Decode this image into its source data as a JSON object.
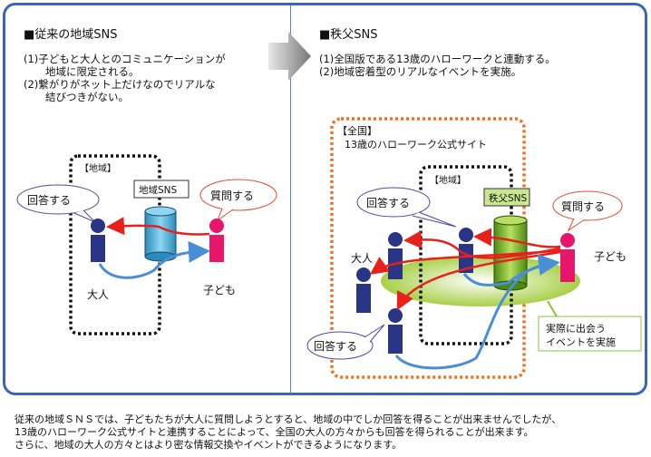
{
  "left_panel": {
    "title": "■従来の地域SNS",
    "points": [
      "(1)子どもと大人とのコミュニケーションが",
      "地域に限定される。",
      "(2)繋がりがネット上だけなのでリアルな",
      "結びつきがない。"
    ],
    "region_label": "【地域】",
    "sns_label": "地域SNS",
    "answer_bubble": "回答する",
    "question_bubble": "質問する",
    "adult_label": "大人",
    "child_label": "子ども"
  },
  "right_panel": {
    "title": "■秩父SNS",
    "points": [
      "(1)全国版である13歳のハローワークと連動する。",
      "(2)地域密着型のリアルなイベントを実施。"
    ],
    "national_label": "【全国】",
    "national_site": "13歳のハローワーク公式サイト",
    "region_label": "【地域】",
    "sns_label": "秩父SNS",
    "answer_bubble_top": "回答する",
    "answer_bubble_bottom": "回答する",
    "question_bubble": "質問する",
    "adult_label": "大人",
    "child_label": "子ども",
    "event_label_line1": "実際に出会う",
    "event_label_line2": "イベントを実施"
  },
  "footer": {
    "lines": [
      "従来の地域ＳＮＳでは、子どもたちが大人に質問しようとすると、地域の中でしか回答を得ることが出来ませんでしたが、",
      "13歳のハローワーク公式サイトと連携することによって、全国の大人の方々からも回答を得られることが出来ます。",
      "さらに、地域の大人の方々とはより密な情報交換やイベントができるようになります。"
    ]
  },
  "colors": {
    "frame": "#3a66b4",
    "adult": "#2a3585",
    "child": "#e8166a",
    "question_arrow": "#e8201c",
    "answer_arrow": "#4a8fd6",
    "national_border": "#f07020",
    "sns_left": "#4ab8e0",
    "sns_right": "#7ab830",
    "event_field": "#b8dc60"
  }
}
